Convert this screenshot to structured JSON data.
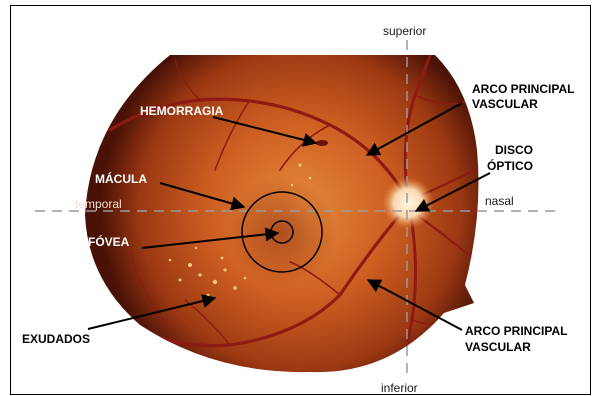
{
  "orientation": {
    "top": "superior",
    "bottom": "inferior",
    "left": "temporal",
    "right": "nasal"
  },
  "labels": {
    "hemorrhage": "HEMORRAGIA",
    "macula": "MÁCULA",
    "fovea": "FÓVEA",
    "exudates": "EXUDADOS",
    "arc_upper_line1": "ARCO PRINCIPAL",
    "arc_upper_line2": "VASCULAR",
    "disc_line1": "DISCO",
    "disc_line2": "ÓPTICO",
    "arc_lower_line1": "ARCO PRINCIPAL",
    "arc_lower_line2": "VASCULAR"
  },
  "colors": {
    "retina_center": "#e27a2c",
    "retina_mid": "#b8481a",
    "retina_edge": "#4a1206",
    "vessel": "#8e1a14",
    "optic_disc": "#fbe6c9",
    "exudate": "#ffe08a",
    "guide_dash": "#9a9a9a",
    "arrow": "#000000"
  }
}
